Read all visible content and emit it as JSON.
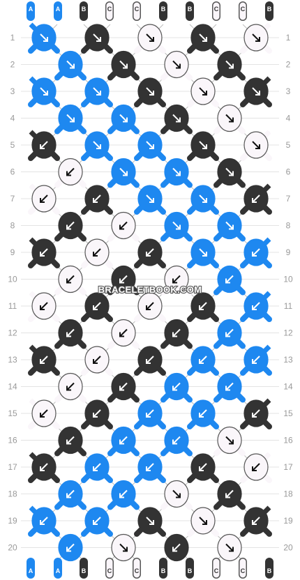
{
  "strings": [
    "A",
    "A",
    "B",
    "C",
    "C",
    "B",
    "B",
    "C",
    "C",
    "B"
  ],
  "colors": {
    "A": "#1e88f0",
    "B": "#333333",
    "C": "#faf6fa"
  },
  "row_numbers": [
    "1",
    "2",
    "3",
    "4",
    "5",
    "6",
    "7",
    "8",
    "9",
    "10",
    "11",
    "12",
    "13",
    "14",
    "15",
    "16",
    "17",
    "18",
    "19",
    "20"
  ],
  "watermark": "BRACELETBOOK.COM",
  "knots": [
    [
      "A:R",
      "B:R",
      "C:R",
      "B:R",
      "C:R"
    ],
    [
      "A:R",
      "B:R",
      "C:R",
      "B:R"
    ],
    [
      "A:R",
      "A:R",
      "B:R",
      "C:R",
      "B:R"
    ],
    [
      "A:R",
      "A:R",
      "B:R",
      "C:R"
    ],
    [
      "B:L",
      "A:R",
      "A:R",
      "B:R",
      "C:R"
    ],
    [
      "C:L",
      "A:R",
      "A:R",
      "B:R"
    ],
    [
      "C:L",
      "B:L",
      "A:R",
      "A:R",
      "B:L"
    ],
    [
      "B:L",
      "C:L",
      "A:R",
      "A:R"
    ],
    [
      "B:L",
      "C:L",
      "B:L",
      "A:R",
      "A:L"
    ],
    [
      "C:L",
      "B:L",
      "C:L",
      "A:L"
    ],
    [
      "C:L",
      "B:L",
      "C:L",
      "B:L",
      "A:L"
    ],
    [
      "B:L",
      "C:L",
      "B:L",
      "A:L"
    ],
    [
      "B:L",
      "C:L",
      "B:L",
      "A:L",
      "A:L"
    ],
    [
      "C:L",
      "B:L",
      "A:L",
      "A:L"
    ],
    [
      "C:L",
      "B:L",
      "A:L",
      "A:L",
      "B:L"
    ],
    [
      "B:L",
      "A:L",
      "A:L",
      "C:R"
    ],
    [
      "B:L",
      "A:L",
      "A:L",
      "B:L",
      "C:L"
    ],
    [
      "A:L",
      "A:L",
      "C:R",
      "B:L"
    ],
    [
      "A:L",
      "A:L",
      "B:R",
      "C:R",
      "B:L"
    ],
    [
      "A:L",
      "C:R",
      "B:L",
      "C:R"
    ]
  ]
}
